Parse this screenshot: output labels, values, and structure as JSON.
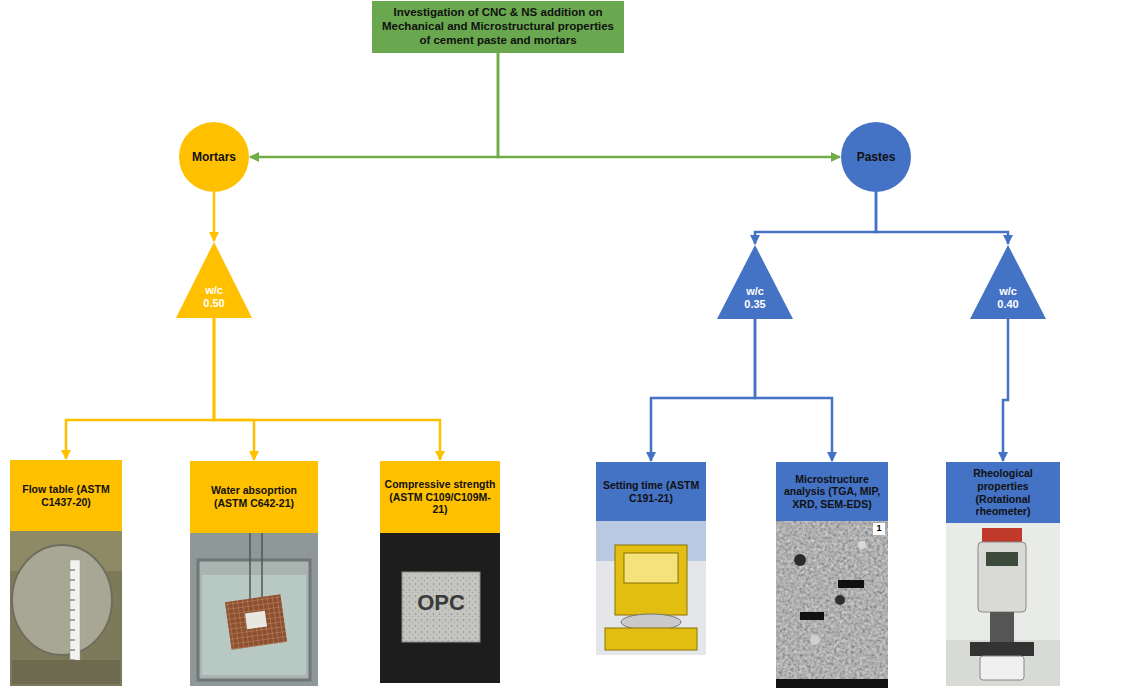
{
  "diagram": {
    "nodes": [
      {
        "text": [
          "Investigation of CNC & NS addition on Mechanical and Microstructural properties of cement paste and mortars"
        ]
      },
      {
        "text": [
          "Mortars"
        ]
      },
      {
        "text": [
          "Pastes"
        ]
      },
      {
        "text": [
          "w/c 0.50"
        ]
      },
      {
        "text": [
          "w/c 0.35"
        ]
      },
      {
        "text": [
          "w/c 0.40"
        ]
      },
      {
        "text": [
          "Flow table (ASTM C1437-20)"
        ]
      },
      {
        "text": [
          "Water absoprtion (ASTM C642-21)"
        ]
      },
      {
        "text": [
          "Compressive strength (ASTM C109/C109M-21)"
        ]
      },
      {
        "text": [
          "Setting time (ASTM C191-21)"
        ]
      },
      {
        "text": [
          "Microstructure analysis (TGA, MIP, XRD, SEM-EDS)"
        ]
      },
      {
        "text": [
          "Rheological properties (Rotational rheometer)"
        ]
      }
    ],
    "edges": [
      {
        "from": 0,
        "to": 1,
        "arrow": "to"
      },
      {
        "from": 0,
        "to": 2,
        "arrow": "to"
      },
      {
        "from": 1,
        "to": 3,
        "arrow": "to"
      },
      {
        "from": 3,
        "to": 6,
        "arrow": "to"
      },
      {
        "from": 3,
        "to": 7,
        "arrow": "to"
      },
      {
        "from": 3,
        "to": 8,
        "arrow": "to"
      },
      {
        "from": 2,
        "to": 4,
        "arrow": "to"
      },
      {
        "from": 2,
        "to": 5,
        "arrow": "to"
      },
      {
        "from": 4,
        "to": 9,
        "arrow": "to"
      },
      {
        "from": 4,
        "to": 10,
        "arrow": "to"
      },
      {
        "from": 5,
        "to": 11,
        "arrow": "to"
      }
    ],
    "labels": [
      "OPC",
      "1"
    ]
  }
}
